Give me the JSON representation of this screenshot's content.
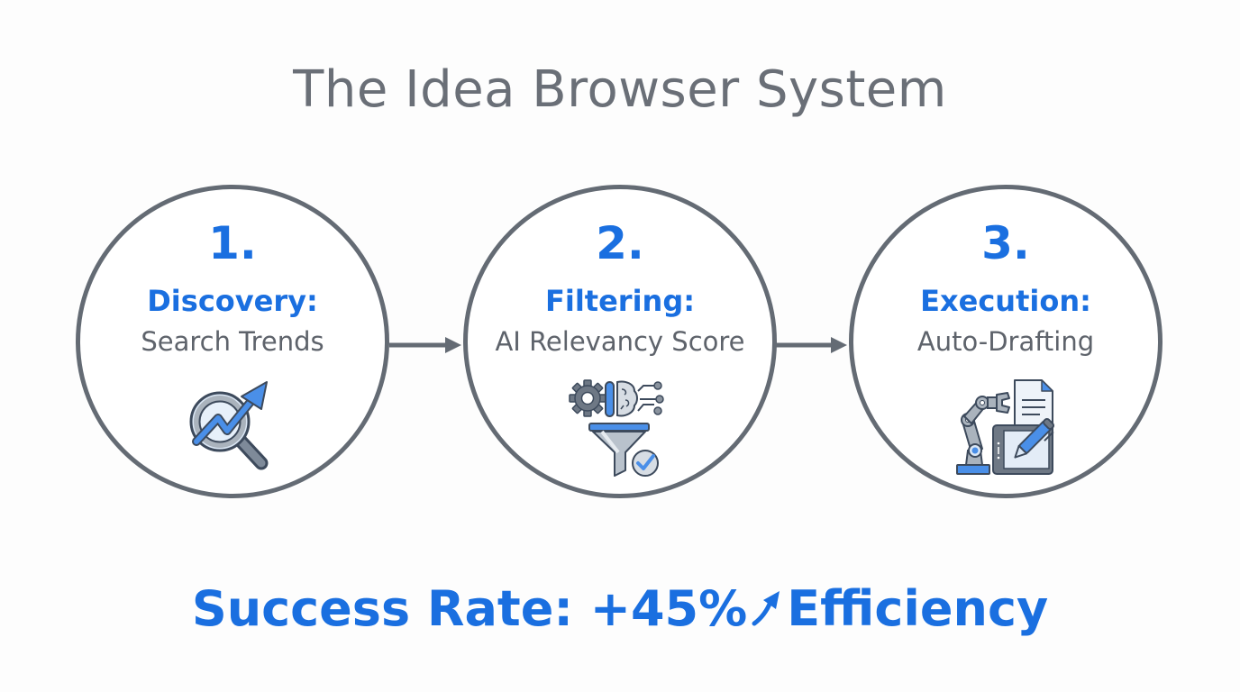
{
  "title": "The Idea Browser System",
  "colors": {
    "accent": "#1a6fe0",
    "circle_border": "#646b74",
    "title_text": "#6a6f77",
    "subtitle_text": "#5e636b",
    "icon_outline": "#3d4a5c",
    "icon_fill_light": "#dbe7f5",
    "icon_gray": "#8a939e"
  },
  "steps": [
    {
      "number": "1.",
      "heading": "Discovery:",
      "subtitle": "Search Trends",
      "icon": "magnifier-trend-icon"
    },
    {
      "number": "2.",
      "heading": "Filtering:",
      "subtitle": "AI Relevancy Score",
      "icon": "gear-brain-funnel-check-icon"
    },
    {
      "number": "3.",
      "heading": "Execution:",
      "subtitle": "Auto-Drafting",
      "icon": "robot-arm-document-tablet-icon"
    }
  ],
  "connectors": [
    {
      "from": 1,
      "to": 2,
      "icon": "arrow-right-icon"
    },
    {
      "from": 2,
      "to": 3,
      "icon": "arrow-right-icon"
    }
  ],
  "tagline": {
    "prefix": "Success Rate: +45%",
    "icon": "trend-up-arrow-icon",
    "suffix": "Efficiency"
  }
}
